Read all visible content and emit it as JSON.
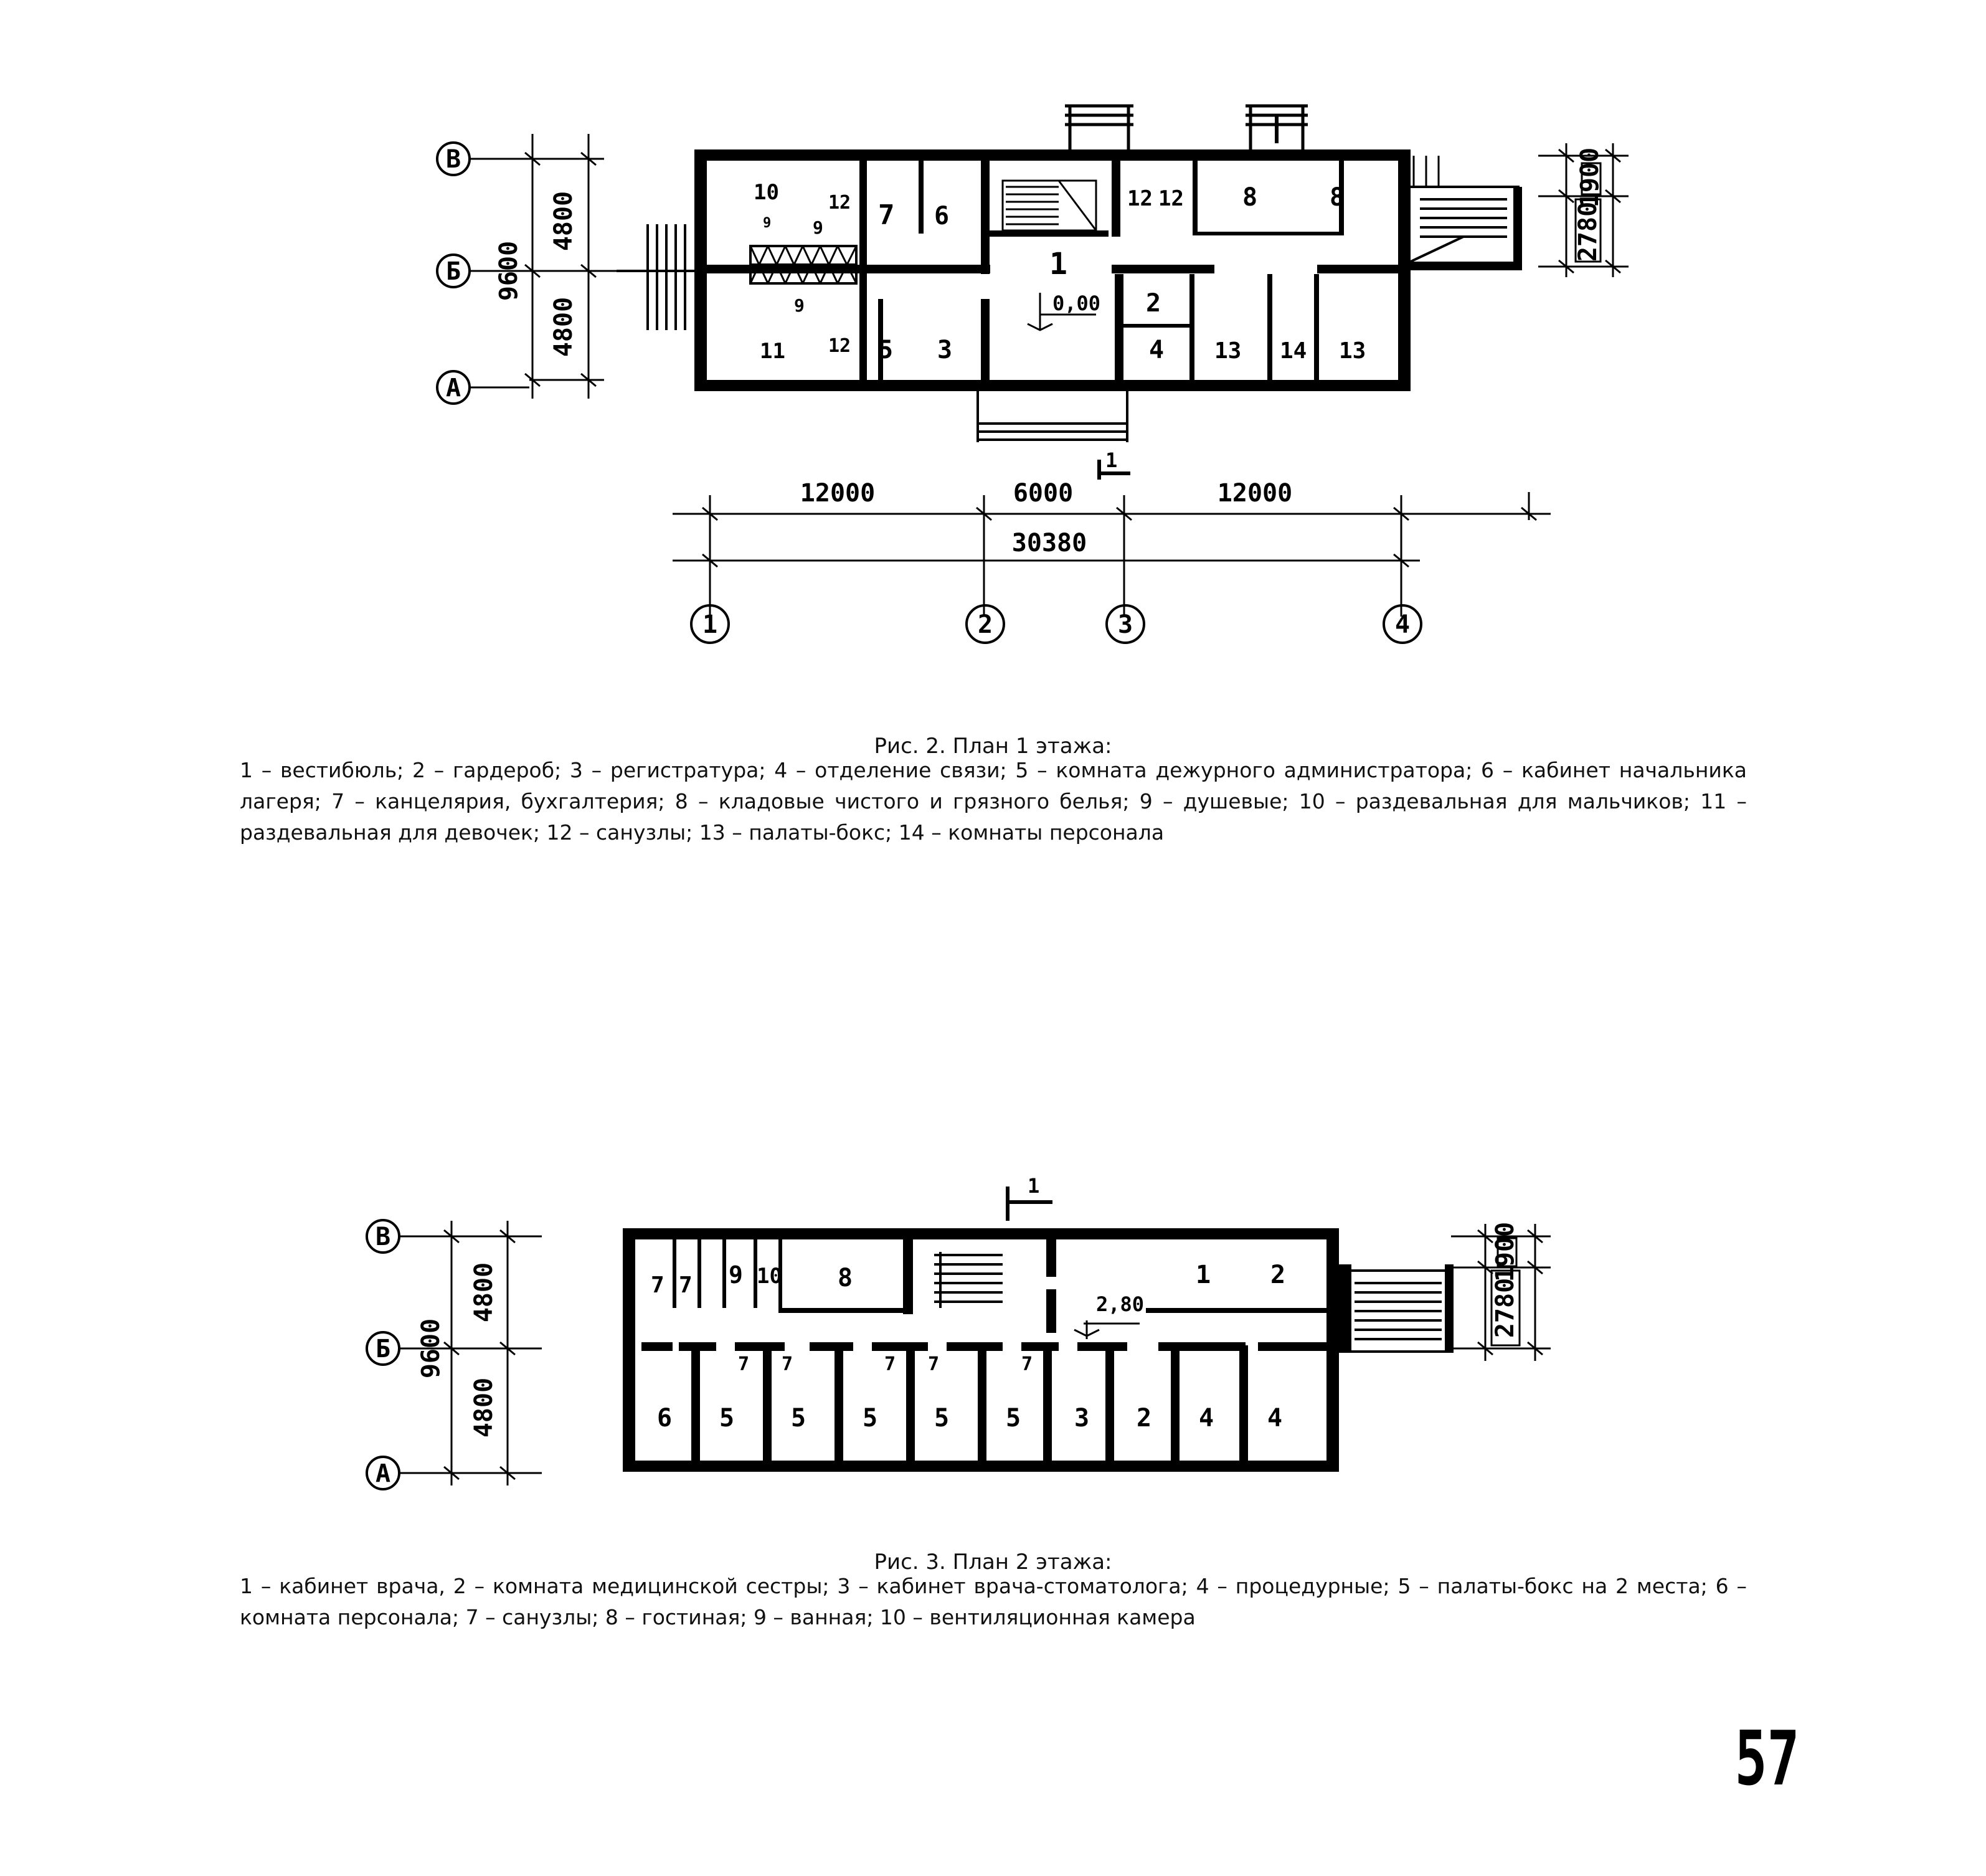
{
  "figure1": {
    "caption_title": "Рис. 2. План 1 этажа:",
    "caption_text": "1 – вестибюль; 2 – гардероб; 3 – регистратура; 4 – отделение связи; 5 – комната дежурного администратора; 6 – кабинет начальника лагеря; 7 – канцелярия, бухгалтерия; 8 – кладовые чистого и грязного белья; 9 – душевые; 10 – раздевальная для мальчиков; 11 – раздевальная для девочек; 12 – санузлы; 13 – палаты-бокс; 14 – комнаты персонала",
    "axes_rows": [
      "В",
      "Б",
      "А"
    ],
    "axes_cols": [
      "1",
      "2",
      "3",
      "4"
    ],
    "dims": {
      "d4800_top": "4800",
      "d4800_bottom": "4800",
      "d9600": "9600",
      "d12000_left": "12000",
      "d6000": "6000",
      "d12000_right": "12000",
      "d30380": "30380",
      "d2780": "2780",
      "d1900": "1900"
    },
    "level_mark": "0,00",
    "section_mark": "1",
    "rooms": [
      "10",
      "12",
      "9",
      "9",
      "9",
      "11",
      "12",
      "7",
      "6",
      "5",
      "3",
      "1",
      "12",
      "12",
      "8",
      "8",
      "2",
      "4",
      "13",
      "14",
      "13"
    ]
  },
  "figure2": {
    "caption_title": "Рис. 3. План 2 этажа:",
    "caption_text": "1 – кабинет врача, 2 – комната медицинской сестры; 3 – кабинет врача-стоматолога; 4 – процедурные; 5 – палаты-бокс на 2 места; 6 – комната персонала; 7 – санузлы; 8 – гостиная; 9 – ванная; 10 – вентиляционная камера",
    "axes_rows": [
      "В",
      "Б",
      "А"
    ],
    "dims": {
      "d4800_top": "4800",
      "d4800_bottom": "4800",
      "d9600": "9600",
      "d2780": "2780",
      "d1900": "1900"
    },
    "level_mark": "2,80",
    "section_mark": "1",
    "rooms": [
      "7",
      "7",
      "9",
      "10",
      "8",
      "1",
      "2",
      "7",
      "7",
      "7",
      "7",
      "7",
      "6",
      "5",
      "5",
      "5",
      "5",
      "5",
      "3",
      "2",
      "4",
      "4"
    ]
  },
  "page_number": "57"
}
